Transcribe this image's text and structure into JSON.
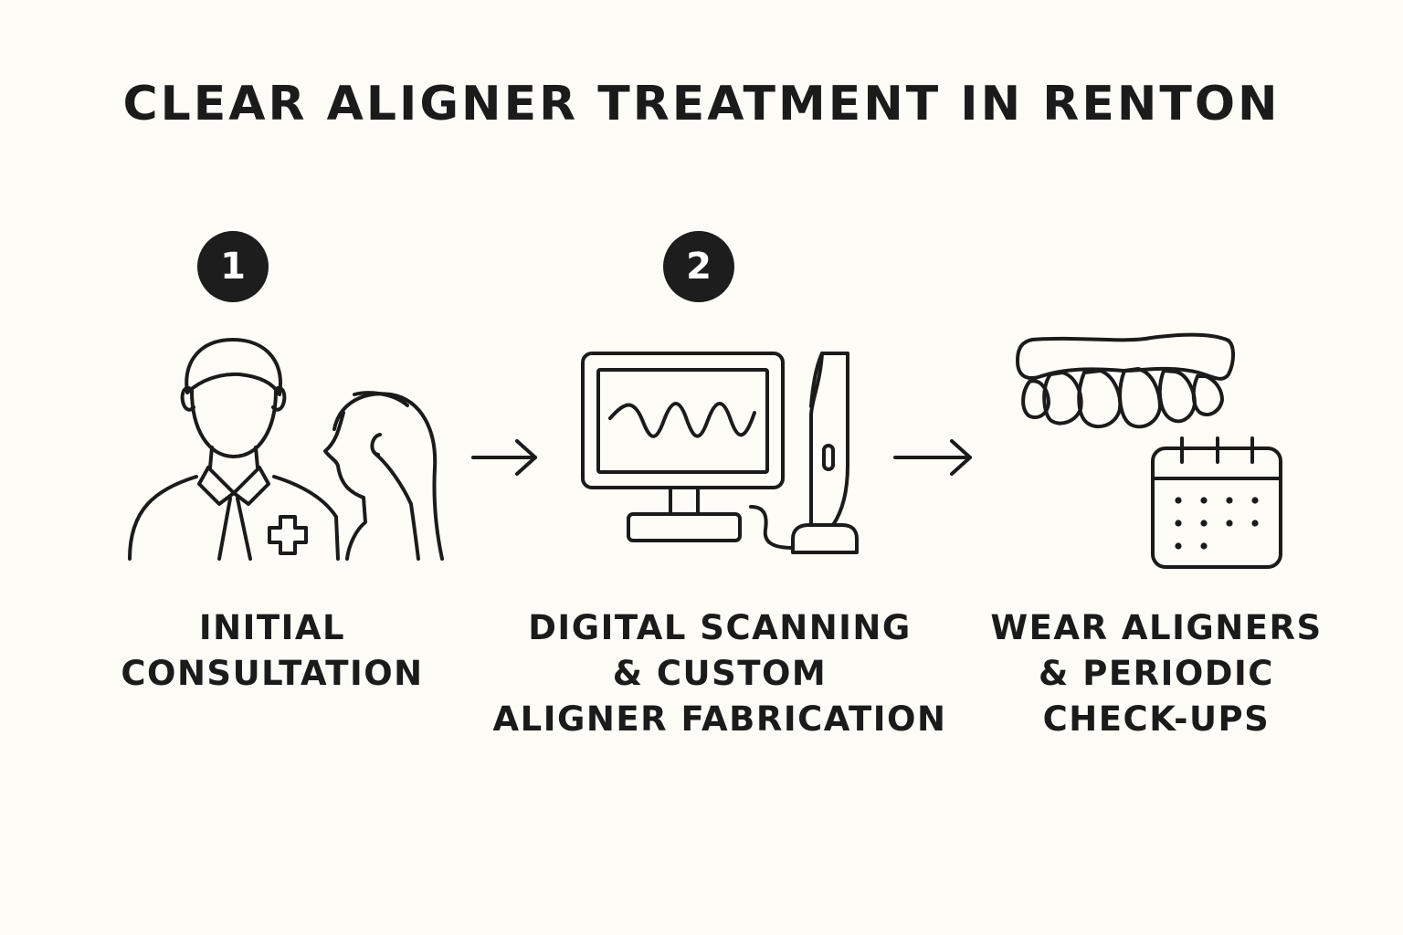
{
  "title": "CLEAR ALIGNER TREATMENT IN RENTON",
  "steps": [
    {
      "badge": "1",
      "icon": "doctor-patient-icon",
      "label_lines": [
        "INITIAL",
        "CONSULTATION"
      ]
    },
    {
      "badge": "2",
      "icon": "scanner-monitor-icon",
      "label_lines": [
        "DIGITAL SCANNING",
        "& CUSTOM",
        "ALIGNER FABRICATION"
      ]
    },
    {
      "icon": "aligner-calendar-icon",
      "label_lines": [
        "WEAR ALIGNERS",
        "& PERIODIC",
        "CHECK-UPS"
      ]
    }
  ],
  "connectors": [
    "arrow-right-icon",
    "arrow-right-icon"
  ],
  "colors": {
    "background": "#fdfcf7",
    "ink": "#1b1b1b",
    "badge": "#1d1d1d"
  }
}
